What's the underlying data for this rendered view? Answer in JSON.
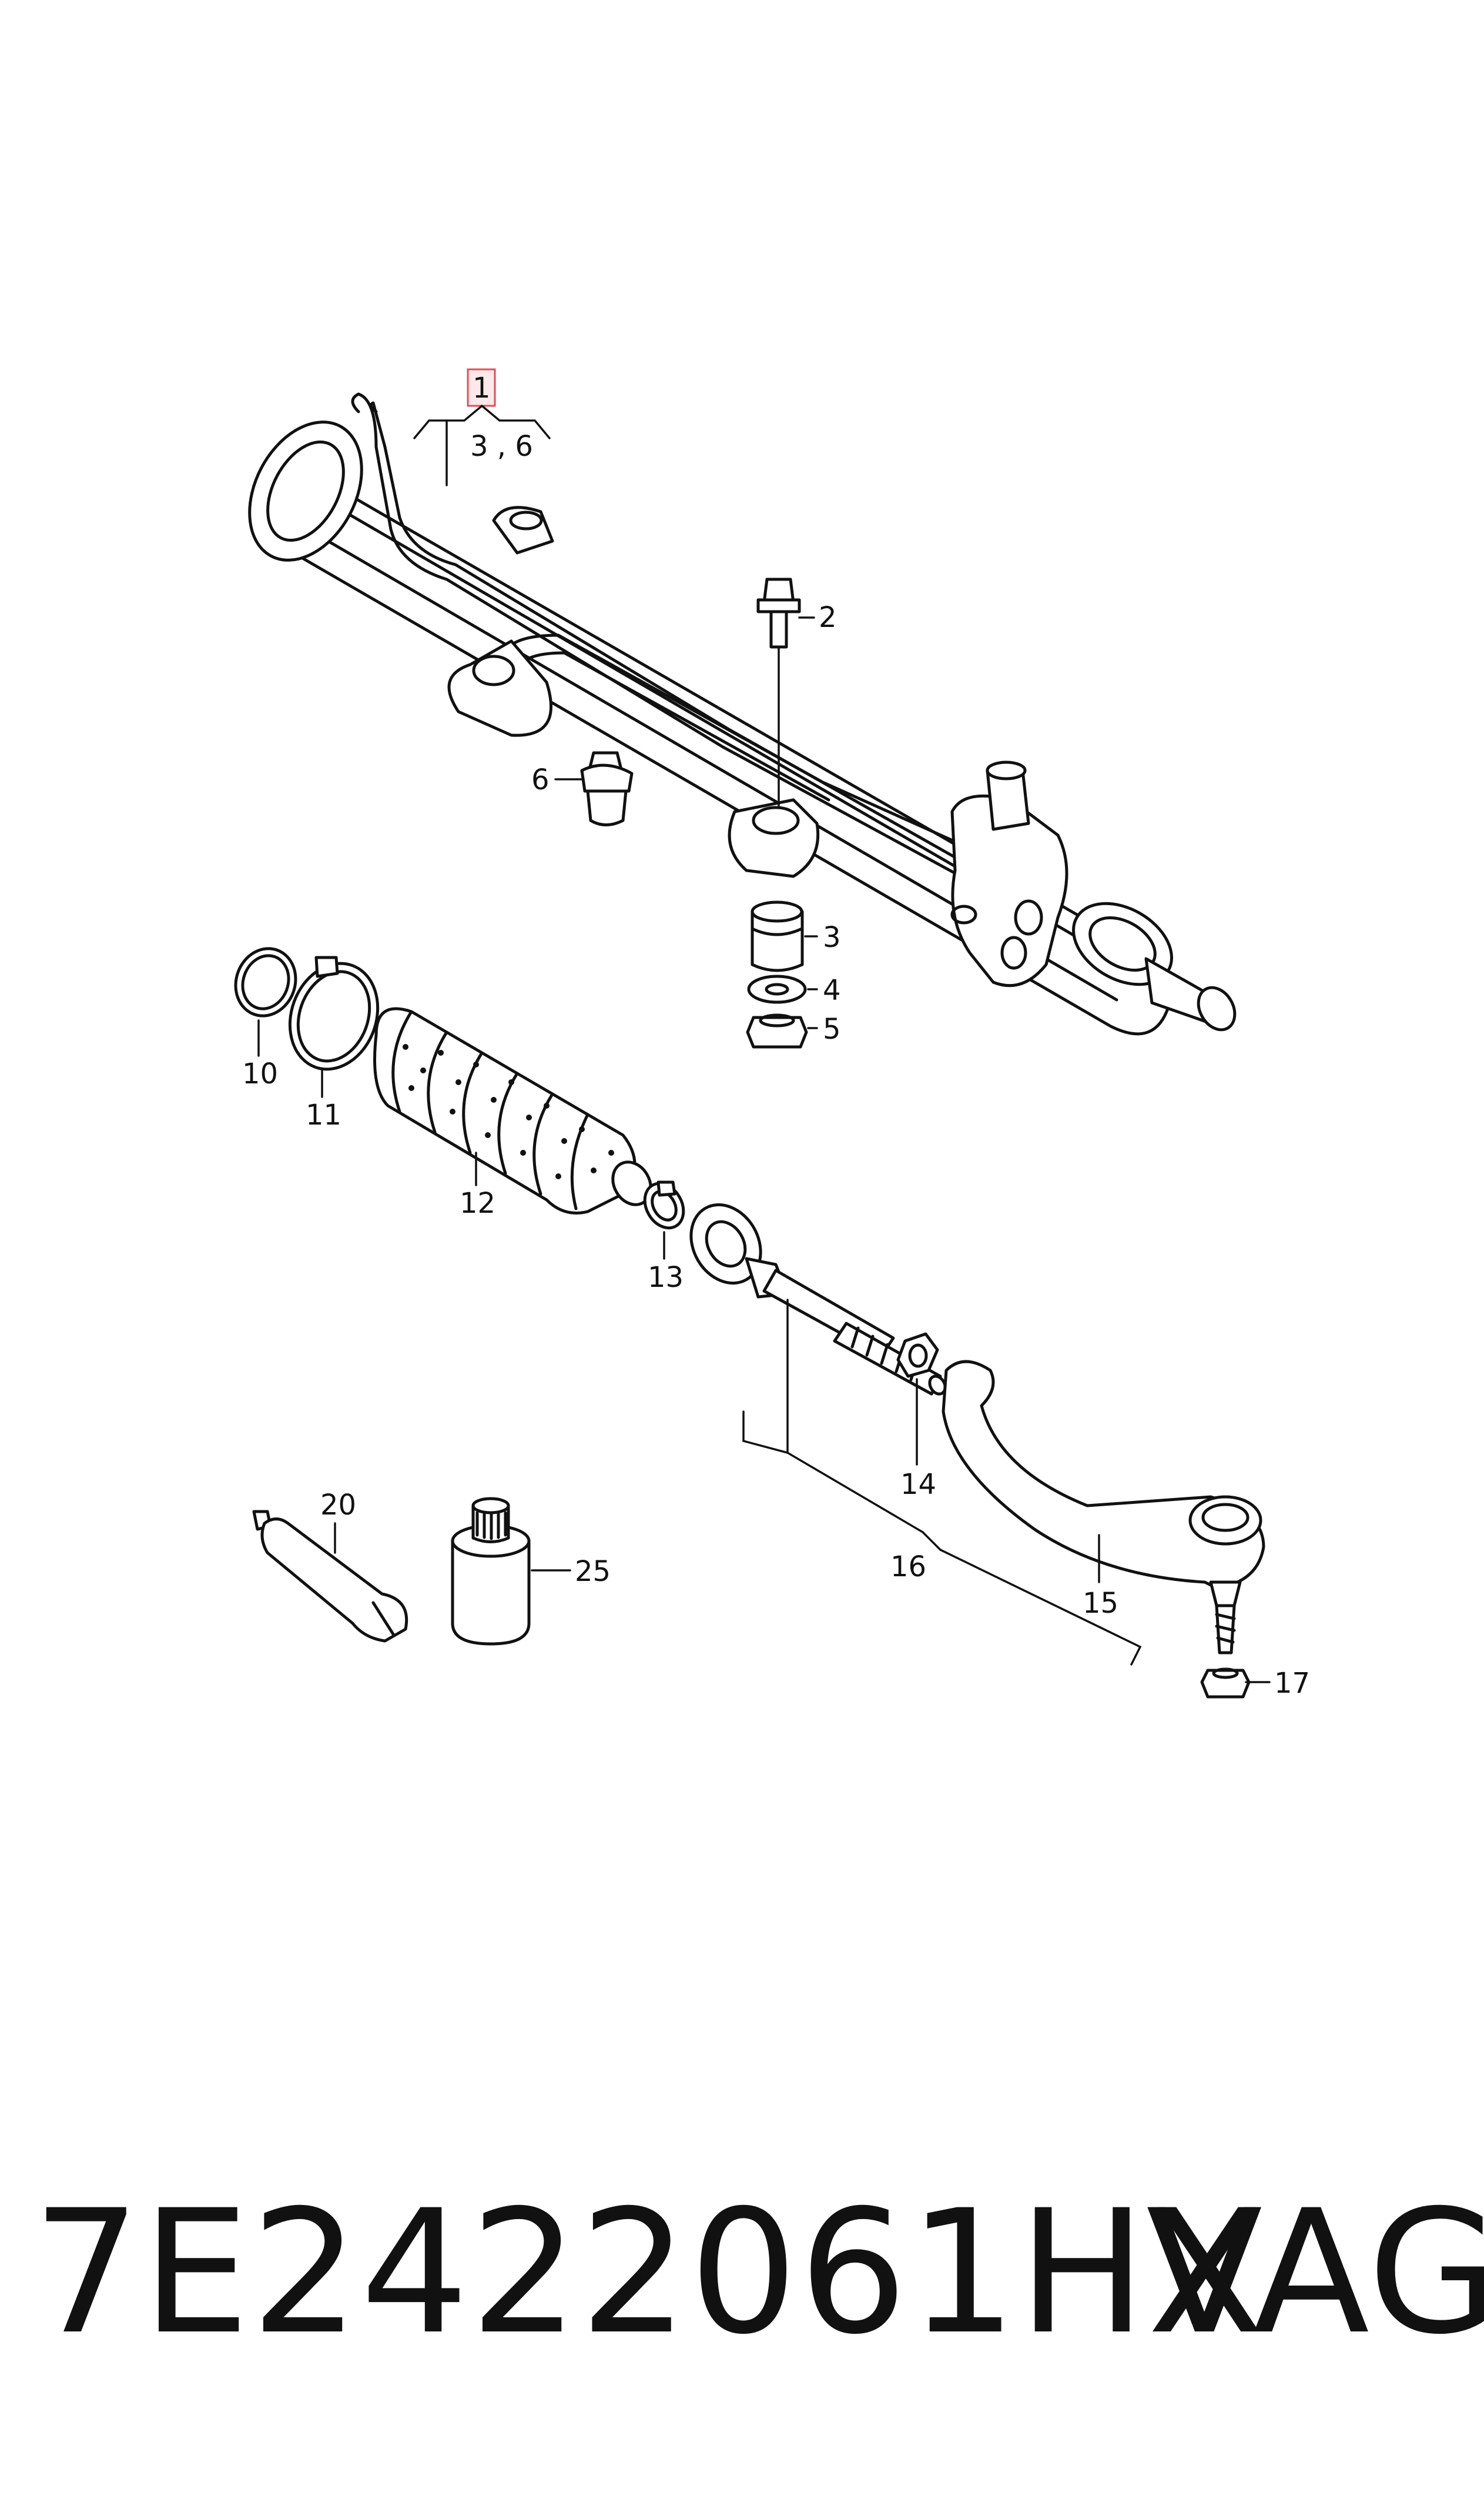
{
  "diagram": {
    "highlight_color": "#e24d5a",
    "callouts": {
      "c1": "1",
      "c1_sub": "3 , 6",
      "c2": "2",
      "c3": "3",
      "c4": "4",
      "c5": "5",
      "c6": "6",
      "c10": "10",
      "c11": "11",
      "c12": "12",
      "c13": "13",
      "c14": "14",
      "c15": "15",
      "c16": "16",
      "c17": "17",
      "c20": "20",
      "c25": "25"
    },
    "parts_icons": [
      "steering-rack-housing-icon",
      "bolt-icon",
      "bushing-icon",
      "washer-icon",
      "nut-icon",
      "clip-icon",
      "o-ring-icon",
      "hose-clamp-icon",
      "bellows-boot-icon",
      "small-clamp-icon",
      "tie-rod-icon",
      "tie-rod-end-icon",
      "grease-tube-icon",
      "fluid-bottle-icon"
    ]
  },
  "footer": {
    "part_number": "7E2422061HX",
    "brand": "VAG"
  }
}
